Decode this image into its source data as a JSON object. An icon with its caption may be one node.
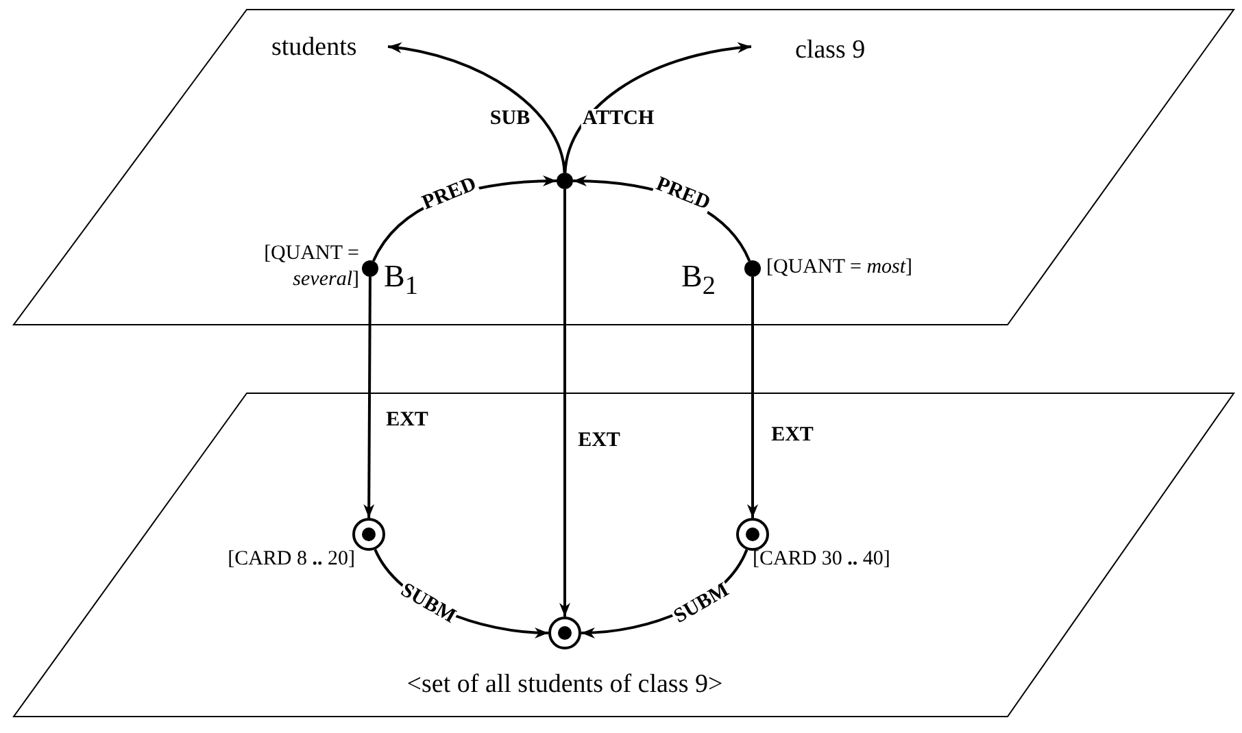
{
  "diagram": {
    "nodes": [
      {
        "text": [],
        "shape": "parallelogram"
      },
      {
        "text": [
          "students"
        ],
        "in": 0
      },
      {
        "text": [
          "class 9"
        ],
        "in": 0
      },
      {
        "text": [],
        "shape": "circle",
        "in": 0
      },
      {
        "text": [
          "B$_{1}$"
        ],
        "beside": [
          "[QUANT = *several*]"
        ],
        "in": 0
      },
      {
        "text": [
          "B$_{2}$"
        ],
        "beside": [
          "[QUANT = *most*]"
        ],
        "in": 0
      },
      {
        "text": [],
        "shape": "parallelogram"
      },
      {
        "text": [],
        "shape": "circle",
        "beside": [
          "[CARD 8 **..** 20]"
        ],
        "in": 6
      },
      {
        "text": [],
        "shape": "circle",
        "beside": [
          "[CARD 30 **..** 40]"
        ],
        "in": 6
      },
      {
        "text": [],
        "shape": "circle",
        "in": 6
      }
    ],
    "edges": [
      {
        "from": 3,
        "to": 1,
        "arrow": "to",
        "label": "SUB"
      },
      {
        "from": 3,
        "to": 2,
        "arrow": "to",
        "label": "ATTCH"
      },
      {
        "from": 4,
        "to": 3,
        "arrow": "to",
        "label": "PRED"
      },
      {
        "from": 5,
        "to": 3,
        "arrow": "to",
        "label": "PRED"
      },
      {
        "from": 4,
        "to": 7,
        "arrow": "to",
        "label": "EXT"
      },
      {
        "from": 3,
        "to": 9,
        "arrow": "to",
        "label": "EXT"
      },
      {
        "from": 5,
        "to": 8,
        "arrow": "to",
        "label": "EXT"
      },
      {
        "from": 7,
        "to": 9,
        "arrow": "to",
        "label": "SUBM"
      },
      {
        "from": 8,
        "to": 9,
        "arrow": "to",
        "label": "SUBM"
      }
    ],
    "labels": [
      "<set of all students of class 9>"
    ]
  }
}
